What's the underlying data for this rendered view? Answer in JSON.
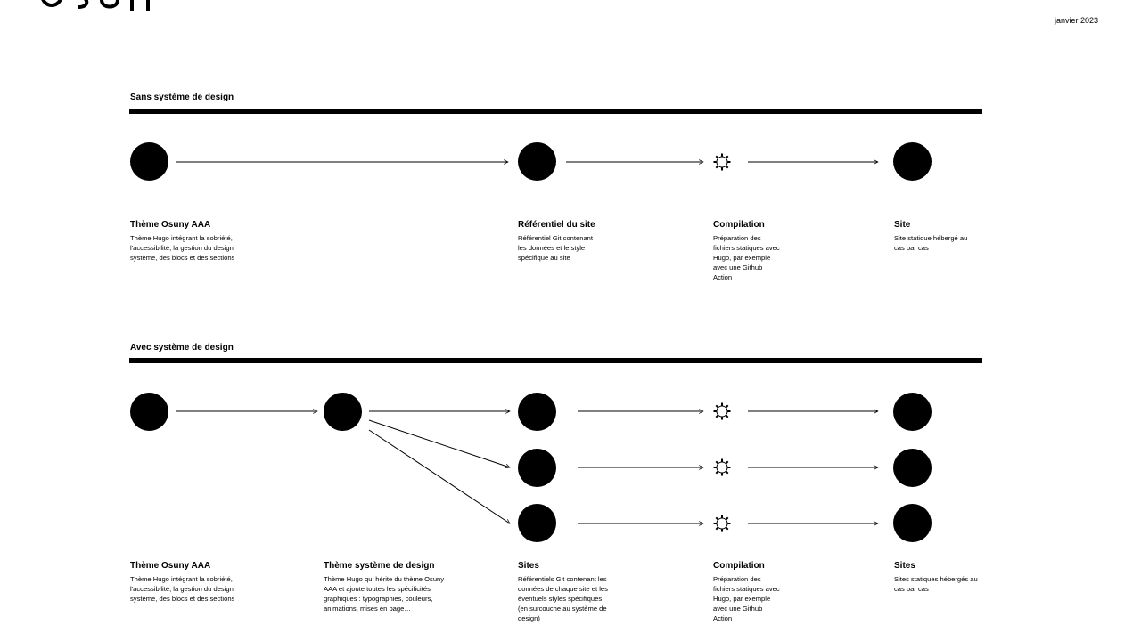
{
  "header": {
    "date": "janvier 2023"
  },
  "sections": [
    {
      "title": "Sans système de design",
      "labels": [
        {
          "title": "Thème Osuny AAA",
          "desc": "Thème Hugo intégrant la sobriété, l'accessibilité, la gestion du design système, des blocs et des sections"
        },
        {
          "title": "Référentiel du site",
          "desc": "Référentiel Git contenant les données et le style spécifique au site"
        },
        {
          "title": "Compilation",
          "desc": "Préparation des fichiers statiques avec Hugo, par exemple avec une Github Action"
        },
        {
          "title": "Site",
          "desc": "Site statique hébergé au cas par cas"
        }
      ]
    },
    {
      "title": "Avec système de design",
      "labels": [
        {
          "title": "Thème Osuny AAA",
          "desc": "Thème Hugo intégrant la sobriété, l'accessibilité, la gestion du design système, des blocs et des sections"
        },
        {
          "title": "Thème système de design",
          "desc": "Thème Hugo qui hérite du thème Osuny AAA et ajoute toutes les spécificités graphiques : typographies, couleurs, animations, mises en page…"
        },
        {
          "title": "Sites",
          "desc": "Référentiels Git contenant les données de chaque site et les éventuels styles spécifiques (en surcouche au système de design)"
        },
        {
          "title": "Compilation",
          "desc": "Préparation des fichiers statiques avec Hugo, par exemple avec une Github Action"
        },
        {
          "title": "Sites",
          "desc": "Sites statiques hébergés au cas par cas"
        }
      ]
    }
  ],
  "icons": {
    "logo": "osuny-logo",
    "process": "gear-icon",
    "node": "circle-node"
  }
}
